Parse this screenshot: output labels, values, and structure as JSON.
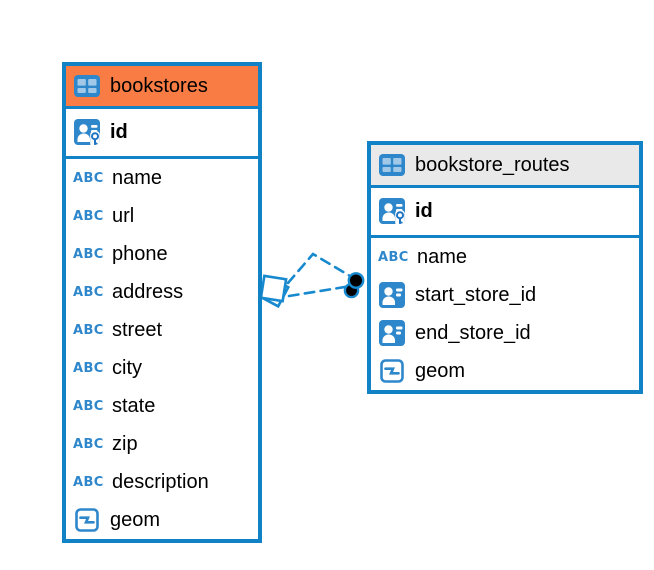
{
  "canvas": {
    "background": "#ffffff",
    "colors": {
      "table_border": "#1182C5",
      "icon_blue": "#2F87CB",
      "header_orange": "#F87C44",
      "header_gray": "#E9E9E9",
      "relationship_line": "#1789CE",
      "text": "#000000"
    }
  },
  "tables": [
    {
      "name": "bookstores",
      "header_style": "orange",
      "header_icon": "table-icon",
      "columns": [
        {
          "name": "id",
          "icon": "primary-key-icon"
        },
        {
          "name": "name",
          "icon": "text-type-icon",
          "icon_text": "ABC"
        },
        {
          "name": "url",
          "icon": "text-type-icon",
          "icon_text": "ABC"
        },
        {
          "name": "phone",
          "icon": "text-type-icon",
          "icon_text": "ABC"
        },
        {
          "name": "address",
          "icon": "text-type-icon",
          "icon_text": "ABC"
        },
        {
          "name": "street",
          "icon": "text-type-icon",
          "icon_text": "ABC"
        },
        {
          "name": "city",
          "icon": "text-type-icon",
          "icon_text": "ABC"
        },
        {
          "name": "state",
          "icon": "text-type-icon",
          "icon_text": "ABC"
        },
        {
          "name": "zip",
          "icon": "text-type-icon",
          "icon_text": "ABC"
        },
        {
          "name": "description",
          "icon": "text-type-icon",
          "icon_text": "ABC"
        },
        {
          "name": "geom",
          "icon": "geometry-type-icon"
        }
      ]
    },
    {
      "name": "bookstore_routes",
      "header_style": "gray",
      "header_icon": "table-icon",
      "columns": [
        {
          "name": "id",
          "icon": "primary-key-icon"
        },
        {
          "name": "name",
          "icon": "text-type-icon",
          "icon_text": "ABC"
        },
        {
          "name": "start_store_id",
          "icon": "foreign-key-icon"
        },
        {
          "name": "end_store_id",
          "icon": "foreign-key-icon"
        },
        {
          "name": "geom",
          "icon": "geometry-type-icon"
        }
      ]
    }
  ],
  "relationship": {
    "from_table": "bookstores",
    "to_table": "bookstore_routes",
    "line_style": "dashed",
    "line_count": 2,
    "from_marker": "stacked-diamond",
    "to_marker": "stacked-dot"
  }
}
